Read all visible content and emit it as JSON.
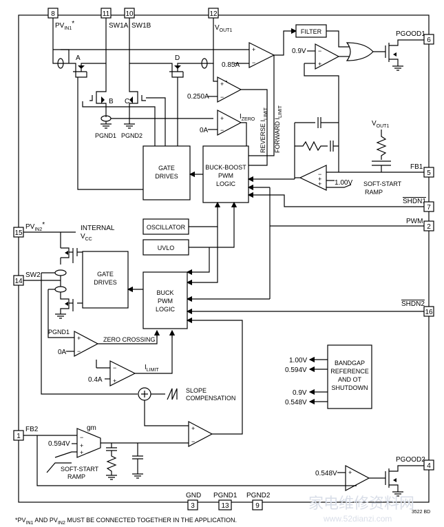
{
  "pins": {
    "p8": "8",
    "p11": "11",
    "p10": "10",
    "p12": "12",
    "p6": "6",
    "p5": "5",
    "p7": "7",
    "p2": "2",
    "p16": "16",
    "p4": "4",
    "p1": "1",
    "p15": "15",
    "p14": "14",
    "p3": "3",
    "p13": "13",
    "p9": "9"
  },
  "top": {
    "pvin1_main": "PV",
    "pvin1_sub": "IN1",
    "pvin1_star": "*",
    "sw1a": "SW1A",
    "sw1b": "SW1B",
    "vout1_main": "V",
    "vout1_sub": "OUT1"
  },
  "switches": {
    "a": "A",
    "b": "B",
    "c": "C",
    "d": "D"
  },
  "pgnd": {
    "pgnd1": "PGND1",
    "pgnd2": "PGND2"
  },
  "buckboost": {
    "v085": "0.85A",
    "v0250": "0.250A",
    "v0a": "0A",
    "izero_main": "I",
    "izero_sub": "ZERO",
    "reverse": "REVERSE I",
    "reverse_sub": "LIMIT",
    "forward": "FORWARD I",
    "forward_sub": "LIMIT",
    "filter": "FILTER",
    "v09": "0.9V",
    "pgood1": "PGOOD1",
    "vout1_fb_main": "V",
    "vout1_fb_sub": "OUT1",
    "fb1": "FB1",
    "v100": "1.00V",
    "softstart1": "SOFT-START",
    "ramp1": "RAMP",
    "shdn1": "SHDN1",
    "gate_drives1_a": "GATE",
    "gate_drives1_b": "DRIVES",
    "bb_logic_a": "BUCK-BOOST",
    "bb_logic_b": "PWM",
    "bb_logic_c": "LOGIC"
  },
  "mid": {
    "pwm": "PWM",
    "pvin2_main": "PV",
    "pvin2_sub": "IN2",
    "pvin2_star": "*",
    "internal": "INTERNAL",
    "vcc_main": "V",
    "vcc_sub": "CC",
    "oscillator": "OSCILLATOR",
    "uvlo": "UVLO",
    "sw2": "SW2",
    "pgnd1": "PGND1",
    "gate_drives2_a": "GATE",
    "gate_drives2_b": "DRIVES",
    "buck_a": "BUCK",
    "buck_b": "PWM",
    "buck_c": "LOGIC",
    "shdn2": "SHDN2"
  },
  "buck": {
    "v0a": "0A",
    "zero_crossing": "ZERO CROSSING",
    "v04": "0.4A",
    "ilimit_main": "I",
    "ilimit_sub": "LIMIT",
    "slope1": "SLOPE",
    "slope2": "COMPENSATION",
    "fb2": "FB2",
    "gm": "gm",
    "v0594": "0.594V",
    "softstart2": "SOFT-START",
    "ramp2": "RAMP",
    "v0548": "0.548V",
    "pgood2": "PGOOD2"
  },
  "bandgap": {
    "l1": "BANDGAP",
    "l2": "REFERENCE",
    "l3": "AND OT",
    "l4": "SHUTDOWN",
    "o1": "1.00V",
    "o2": "0.594V",
    "o3": "0.9V",
    "o4": "0.548V"
  },
  "bottom": {
    "gnd": "GND",
    "pgnd1": "PGND1",
    "pgnd2": "PGND2"
  },
  "footnote": {
    "t1": "*PV",
    "s1": "IN1",
    "t2": " AND PV",
    "s2": "IN2",
    "t3": " MUST BE CONNECTED TOGETHER IN THE APPLICATION."
  },
  "figure_id": "3522 BD",
  "watermark": {
    "cn": "家电维修资料网",
    "url": "www.52dianzi.com"
  }
}
